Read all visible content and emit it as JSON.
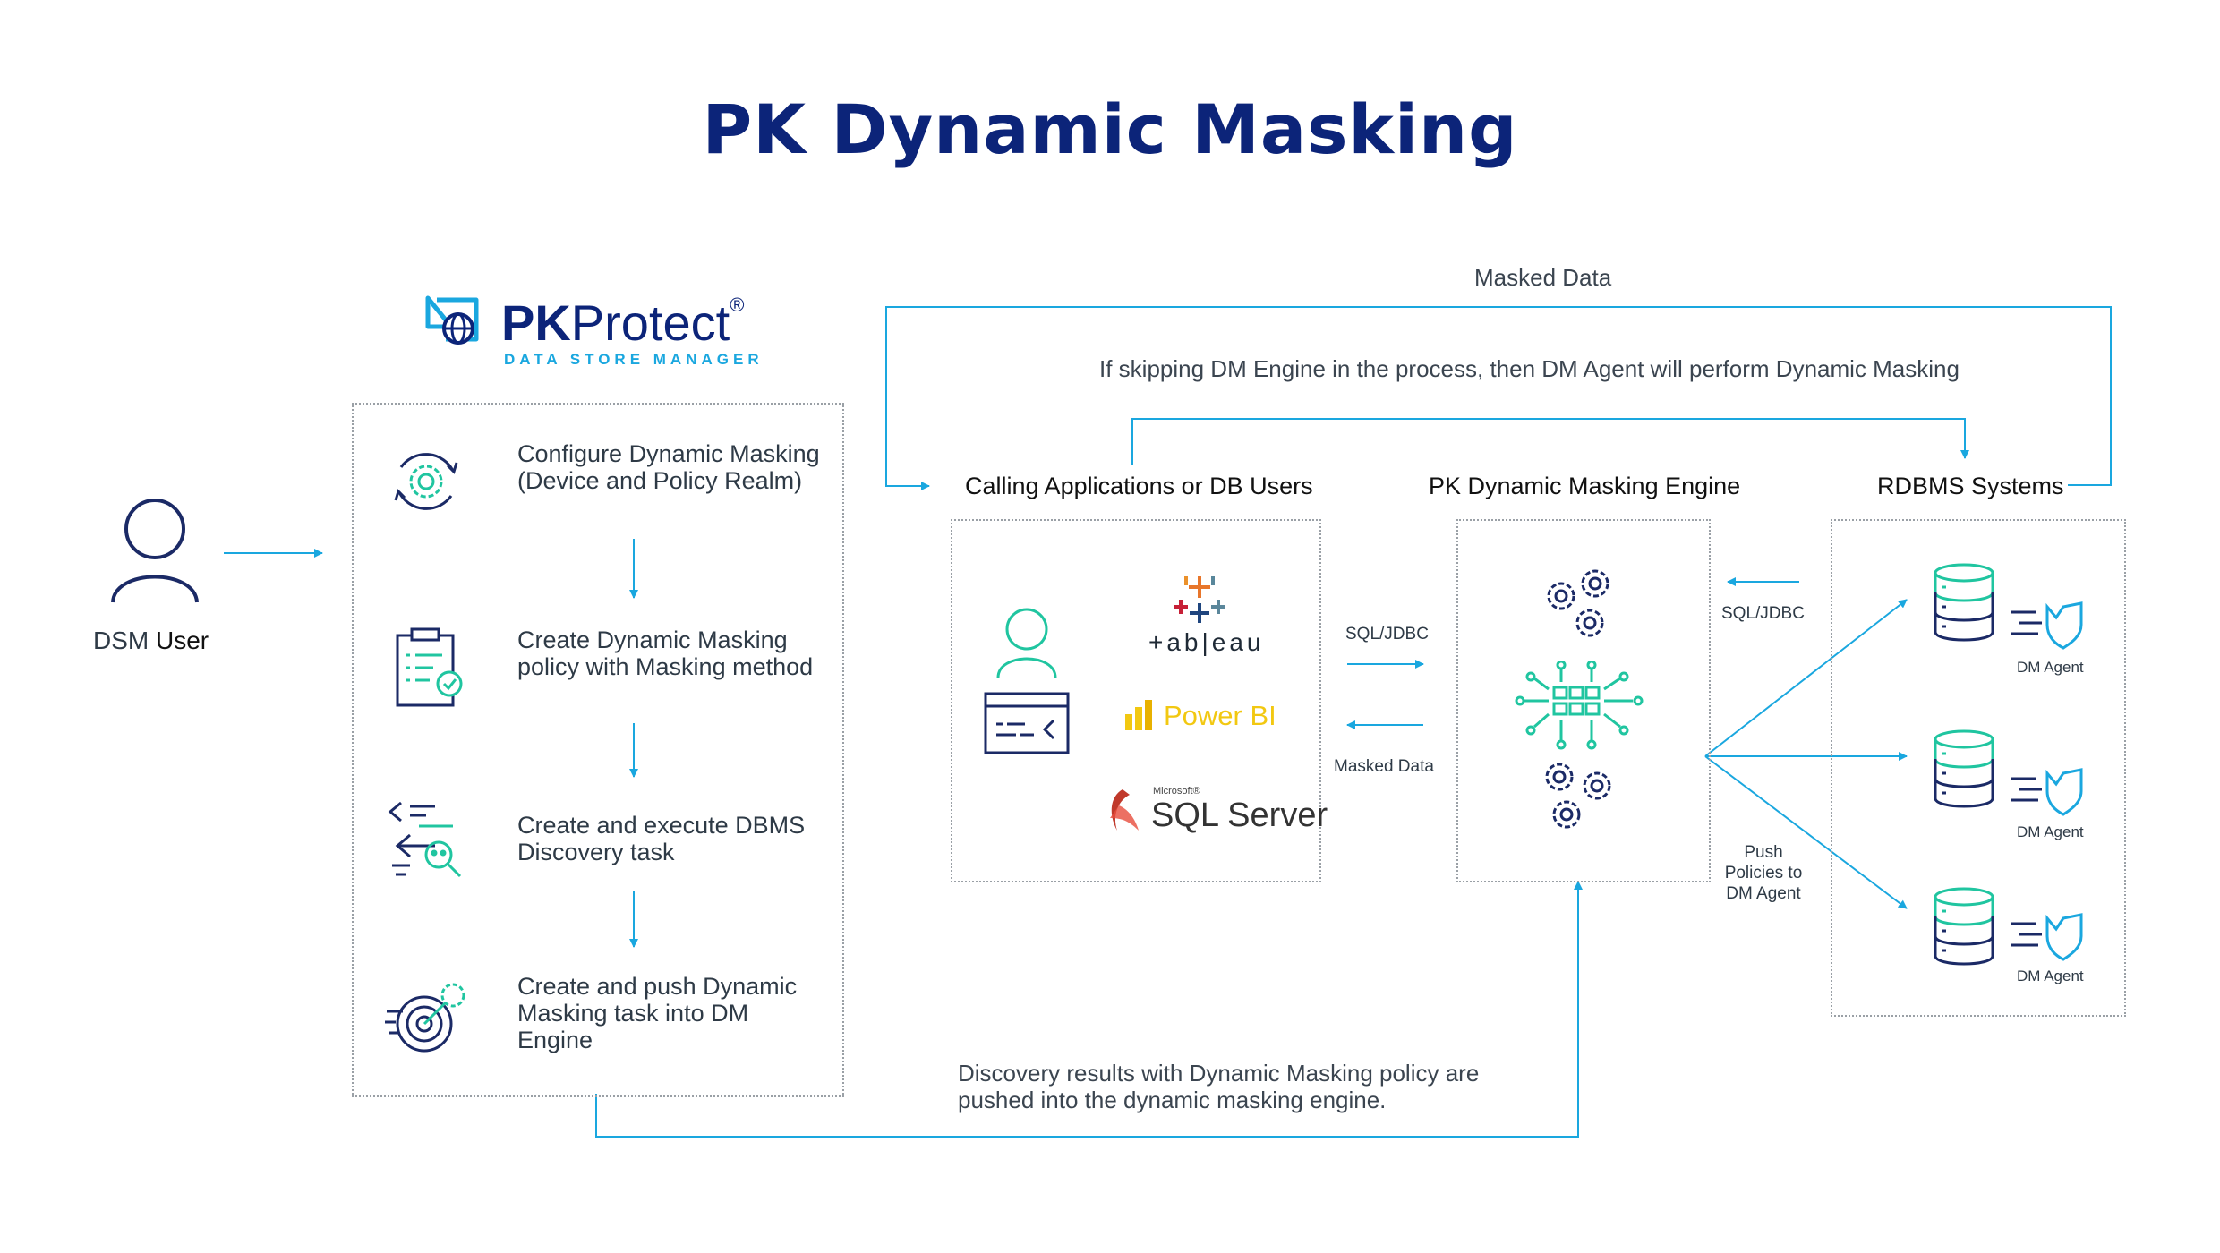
{
  "title": "PK Dynamic Masking",
  "brand": {
    "name_bold": "PK",
    "name_light": "Protect",
    "registered": "®",
    "subtitle": "DATA STORE MANAGER"
  },
  "user": {
    "label_prefix": "DSM ",
    "label_bold": "User"
  },
  "steps": [
    "Configure Dynamic Masking (Device and Policy Realm)",
    "Create Dynamic Masking policy with Masking method",
    "Create and execute DBMS Discovery task",
    "Create and push Dynamic Masking task into DM Engine"
  ],
  "top": {
    "masked_data": "Masked Data",
    "skip_note": "If skipping DM Engine in the process, then DM Agent will perform Dynamic Masking"
  },
  "columns": {
    "apps": "Calling Applications or DB Users",
    "engine": "PK Dynamic Masking Engine",
    "rdbms": "RDBMS Systems"
  },
  "apps": {
    "tableau": "+ab|eau",
    "powerbi": "Power BI",
    "sql_small": "Microsoft®",
    "sql": "SQL Server"
  },
  "flows": {
    "sql_jdbc_left": "SQL/JDBC",
    "masked_data_left": "Masked Data",
    "sql_jdbc_right": "SQL/JDBC",
    "push_policies": [
      "Push",
      "Policies to",
      "DM Agent"
    ]
  },
  "agents": [
    "DM Agent",
    "DM Agent",
    "DM Agent"
  ],
  "bottom_note": [
    "Discovery results with Dynamic Masking policy are",
    "pushed into the dynamic masking engine."
  ],
  "colors": {
    "navy": "#0c2479",
    "accent": "#1aa7df",
    "teal": "#20c5a0",
    "dark": "#1b2a66"
  }
}
